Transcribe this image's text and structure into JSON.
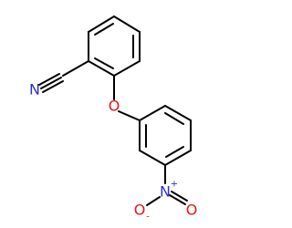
{
  "molecule": {
    "atoms": {
      "nitrile_n": {
        "symbol": "N",
        "color": "#2f2fd6"
      },
      "ether_o": {
        "symbol": "O",
        "color": "#e01818"
      },
      "nitro_n": {
        "symbol": "N",
        "color": "#2f2fd6",
        "charge": "+"
      },
      "nitro_o": {
        "symbol": "O",
        "color": "#e01818",
        "charge": "-"
      },
      "nitro_o2": {
        "symbol": "O",
        "color": "#e01818"
      }
    },
    "bond_color": "#000000",
    "background": "#ffffff"
  }
}
